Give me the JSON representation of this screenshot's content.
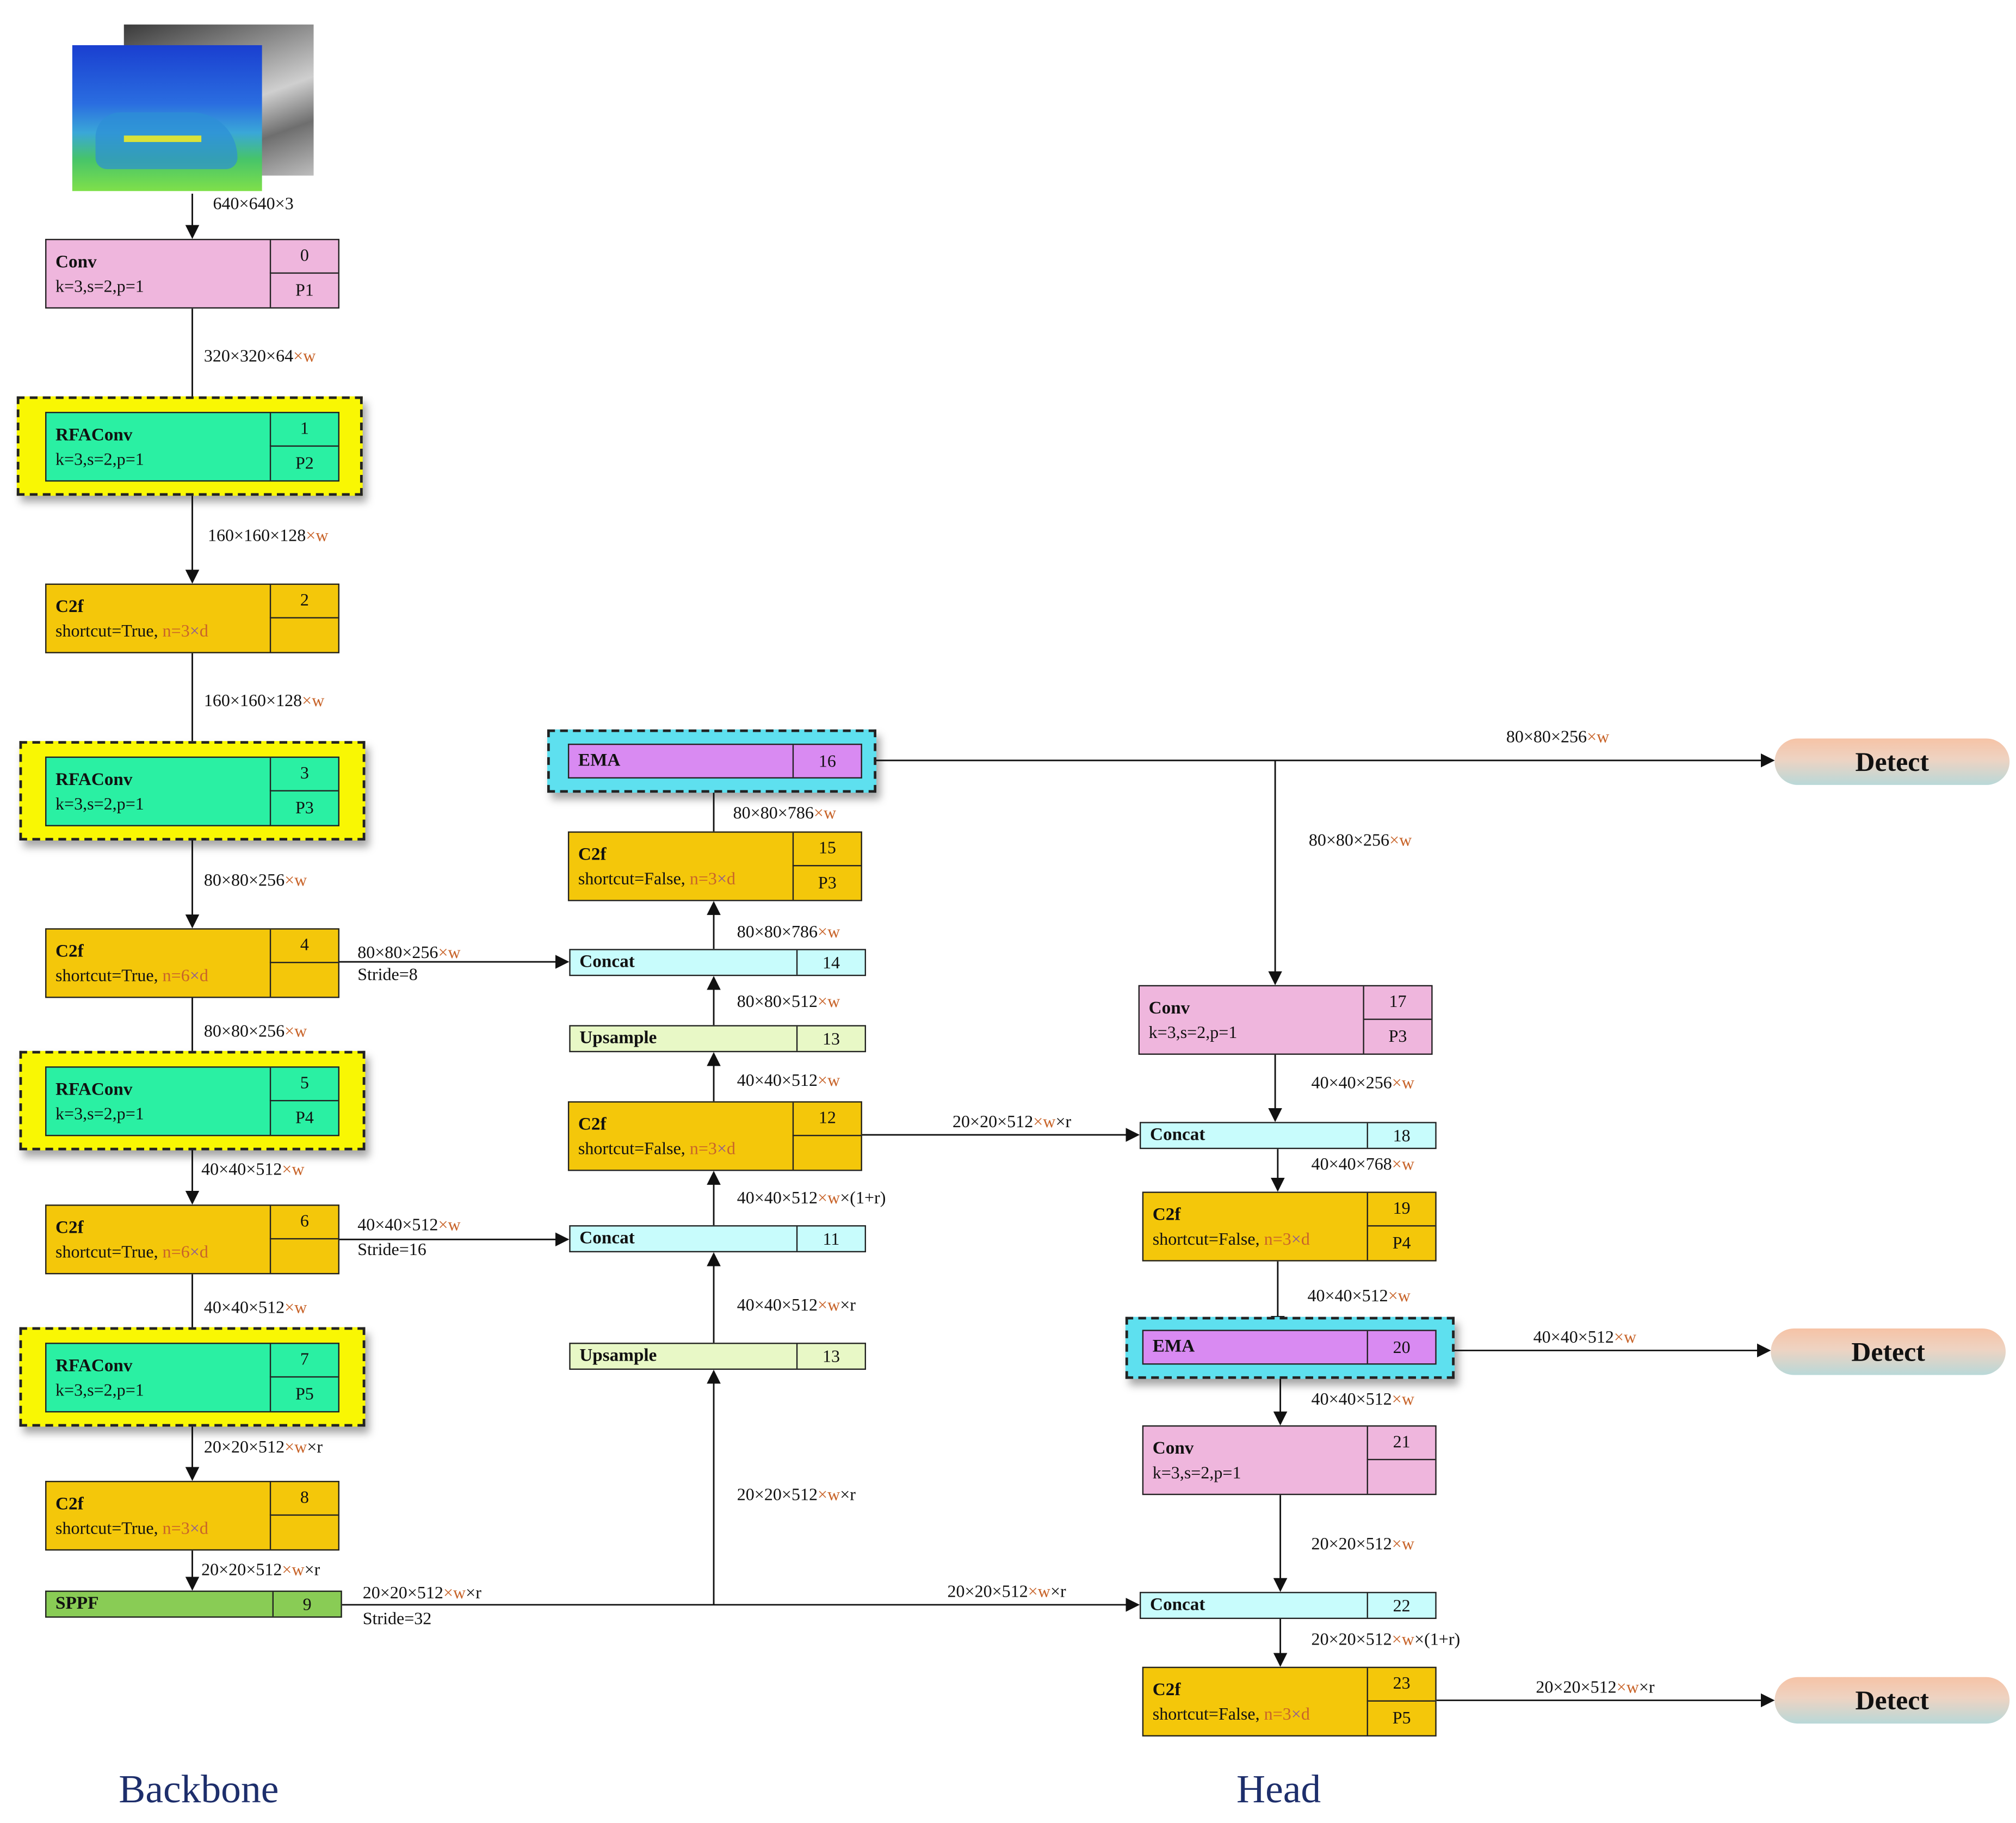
{
  "blocks": [
    {
      "id": "b0",
      "name": "Conv",
      "params": [
        {
          "t": "k=3,s=2,p=1"
        }
      ],
      "index": "0",
      "level": "P1"
    },
    {
      "id": "b1",
      "name": "RFAConv",
      "params": [
        {
          "t": "k=3,s=2,p=1"
        }
      ],
      "index": "1",
      "level": "P2"
    },
    {
      "id": "b2",
      "name": "C2f",
      "params": [
        {
          "t": "shortcut=True, "
        },
        {
          "v": "n=3"
        },
        {
          "k": "×"
        },
        {
          "v": "d"
        }
      ],
      "index": "2",
      "level": ""
    },
    {
      "id": "b3",
      "name": "RFAConv",
      "params": [
        {
          "t": "k=3,s=2,p=1"
        }
      ],
      "index": "3",
      "level": "P3"
    },
    {
      "id": "b4",
      "name": "C2f",
      "params": [
        {
          "t": "shortcut=True, "
        },
        {
          "v": "n=6"
        },
        {
          "k": "×"
        },
        {
          "v": "d"
        }
      ],
      "index": "4",
      "level": ""
    },
    {
      "id": "b5",
      "name": "RFAConv",
      "params": [
        {
          "t": "k=3,s=2,p=1"
        }
      ],
      "index": "5",
      "level": "P4"
    },
    {
      "id": "b6",
      "name": "C2f",
      "params": [
        {
          "t": "shortcut=True, "
        },
        {
          "v": "n=6"
        },
        {
          "k": "×"
        },
        {
          "v": "d"
        }
      ],
      "index": "6",
      "level": ""
    },
    {
      "id": "b7",
      "name": "RFAConv",
      "params": [
        {
          "t": "k=3,s=2,p=1"
        }
      ],
      "index": "7",
      "level": "P5"
    },
    {
      "id": "b8",
      "name": "C2f",
      "params": [
        {
          "t": "shortcut=True, "
        },
        {
          "v": "n=3"
        },
        {
          "k": "×"
        },
        {
          "v": "d"
        }
      ],
      "index": "8",
      "level": ""
    },
    {
      "id": "b9",
      "name": "SPPF",
      "index": "9"
    },
    {
      "id": "b13b",
      "name": "Upsample",
      "index": "13"
    },
    {
      "id": "b11",
      "name": "Concat",
      "index": "11"
    },
    {
      "id": "b12",
      "name": "C2f",
      "params": [
        {
          "t": "shortcut=False, "
        },
        {
          "v": "n=3"
        },
        {
          "k": "×"
        },
        {
          "v": "d"
        }
      ],
      "index": "12",
      "level": ""
    },
    {
      "id": "b13a",
      "name": "Upsample",
      "index": "13"
    },
    {
      "id": "b14",
      "name": "Concat",
      "index": "14"
    },
    {
      "id": "b15",
      "name": "C2f",
      "params": [
        {
          "t": "shortcut=False, "
        },
        {
          "v": "n=3"
        },
        {
          "k": "×"
        },
        {
          "v": "d"
        }
      ],
      "index": "15",
      "level": "P3"
    },
    {
      "id": "b16",
      "name": "EMA",
      "index": "16"
    },
    {
      "id": "b17",
      "name": "Conv",
      "params": [
        {
          "t": "k=3,s=2,p=1"
        }
      ],
      "index": "17",
      "level": "P3"
    },
    {
      "id": "b18",
      "name": "Concat",
      "index": "18"
    },
    {
      "id": "b19",
      "name": "C2f",
      "params": [
        {
          "t": "shortcut=False, "
        },
        {
          "v": "n=3"
        },
        {
          "k": "×"
        },
        {
          "v": "d"
        }
      ],
      "index": "19",
      "level": "P4"
    },
    {
      "id": "b20",
      "name": "EMA",
      "index": "20"
    },
    {
      "id": "b21",
      "name": "Conv",
      "params": [
        {
          "t": "k=3,s=2,p=1"
        }
      ],
      "index": "21",
      "level": ""
    },
    {
      "id": "b22",
      "name": "Concat",
      "index": "22"
    },
    {
      "id": "b23",
      "name": "C2f",
      "params": [
        {
          "t": "shortcut=False, "
        },
        {
          "v": "n=3"
        },
        {
          "k": "×"
        },
        {
          "v": "d"
        }
      ],
      "index": "23",
      "level": "P5"
    }
  ],
  "labels": [
    {
      "id": "l_in",
      "parts": [
        {
          "t": "640×640×3"
        }
      ]
    },
    {
      "id": "l0",
      "parts": [
        {
          "t": "320×320×64"
        },
        {
          "v": "×w"
        }
      ]
    },
    {
      "id": "l1",
      "parts": [
        {
          "t": "160×160×128"
        },
        {
          "v": "×w"
        }
      ]
    },
    {
      "id": "l2",
      "parts": [
        {
          "t": "160×160×128"
        },
        {
          "v": "×w"
        }
      ]
    },
    {
      "id": "l3",
      "parts": [
        {
          "t": "80×80×256"
        },
        {
          "v": "×w"
        }
      ]
    },
    {
      "id": "l4",
      "parts": [
        {
          "t": "80×80×256"
        },
        {
          "v": "×w"
        }
      ]
    },
    {
      "id": "l4s",
      "parts": [
        {
          "t": "80×80×256"
        },
        {
          "v": "×w"
        }
      ]
    },
    {
      "id": "l4st",
      "parts": [
        {
          "t": "Stride=8"
        }
      ]
    },
    {
      "id": "l5",
      "parts": [
        {
          "t": "40×40×512"
        },
        {
          "v": "×w"
        }
      ]
    },
    {
      "id": "l6",
      "parts": [
        {
          "t": "40×40×512"
        },
        {
          "v": "×w"
        }
      ]
    },
    {
      "id": "l6s",
      "parts": [
        {
          "t": "40×40×512"
        },
        {
          "v": "×w"
        }
      ]
    },
    {
      "id": "l6st",
      "parts": [
        {
          "t": "Stride=16"
        }
      ]
    },
    {
      "id": "l7",
      "parts": [
        {
          "t": "20×20×512"
        },
        {
          "v": "×w"
        },
        {
          "t": "×r"
        }
      ]
    },
    {
      "id": "l8",
      "parts": [
        {
          "t": "20×20×512"
        },
        {
          "v": "×w"
        },
        {
          "t": "×r"
        }
      ]
    },
    {
      "id": "l9s",
      "parts": [
        {
          "t": "20×20×512"
        },
        {
          "v": "×w"
        },
        {
          "t": "×r"
        }
      ]
    },
    {
      "id": "l9st",
      "parts": [
        {
          "t": "Stride=32"
        }
      ]
    },
    {
      "id": "l9up",
      "parts": [
        {
          "t": "20×20×512"
        },
        {
          "v": "×w"
        },
        {
          "t": "×r"
        }
      ]
    },
    {
      "id": "l9r",
      "parts": [
        {
          "t": "20×20×512"
        },
        {
          "v": "×w"
        },
        {
          "t": "×r"
        }
      ]
    },
    {
      "id": "l13b",
      "parts": [
        {
          "t": "40×40×512"
        },
        {
          "v": "×w"
        },
        {
          "t": "×r"
        }
      ]
    },
    {
      "id": "l11",
      "parts": [
        {
          "t": "40×40×512"
        },
        {
          "v": "×w"
        },
        {
          "t": "×(1+r)"
        }
      ]
    },
    {
      "id": "l12",
      "parts": [
        {
          "t": "40×40×512"
        },
        {
          "v": "×w"
        }
      ]
    },
    {
      "id": "l12r",
      "parts": [
        {
          "t": "20×20×512"
        },
        {
          "v": "×w"
        },
        {
          "t": "×r"
        }
      ]
    },
    {
      "id": "l13a",
      "parts": [
        {
          "t": "80×80×512"
        },
        {
          "v": "×w"
        }
      ]
    },
    {
      "id": "l14",
      "parts": [
        {
          "t": "80×80×786"
        },
        {
          "v": "×w"
        }
      ]
    },
    {
      "id": "l15",
      "parts": [
        {
          "t": "80×80×786"
        },
        {
          "v": "×w"
        }
      ]
    },
    {
      "id": "l16r",
      "parts": [
        {
          "t": "80×80×256"
        },
        {
          "v": "×w"
        }
      ]
    },
    {
      "id": "l16d",
      "parts": [
        {
          "t": "80×80×256"
        },
        {
          "v": "×w"
        }
      ]
    },
    {
      "id": "l17",
      "parts": [
        {
          "t": "40×40×256"
        },
        {
          "v": "×w"
        }
      ]
    },
    {
      "id": "l18",
      "parts": [
        {
          "t": "40×40×768"
        },
        {
          "v": "×w"
        }
      ]
    },
    {
      "id": "l19",
      "parts": [
        {
          "t": "40×40×512"
        },
        {
          "v": "×w"
        }
      ]
    },
    {
      "id": "l20r",
      "parts": [
        {
          "t": "40×40×512"
        },
        {
          "v": "×w"
        }
      ]
    },
    {
      "id": "l20",
      "parts": [
        {
          "t": "40×40×512"
        },
        {
          "v": "×w"
        }
      ]
    },
    {
      "id": "l21",
      "parts": [
        {
          "t": "20×20×512"
        },
        {
          "v": "×w"
        }
      ]
    },
    {
      "id": "l22",
      "parts": [
        {
          "t": "20×20×512"
        },
        {
          "v": "×w"
        },
        {
          "t": "×(1+r)"
        }
      ]
    },
    {
      "id": "l23r",
      "parts": [
        {
          "t": "20×20×512"
        },
        {
          "v": "×w"
        },
        {
          "t": "×r"
        }
      ]
    }
  ],
  "detect_label": "Detect",
  "sections": {
    "backbone": "Backbone",
    "head": "Head"
  }
}
